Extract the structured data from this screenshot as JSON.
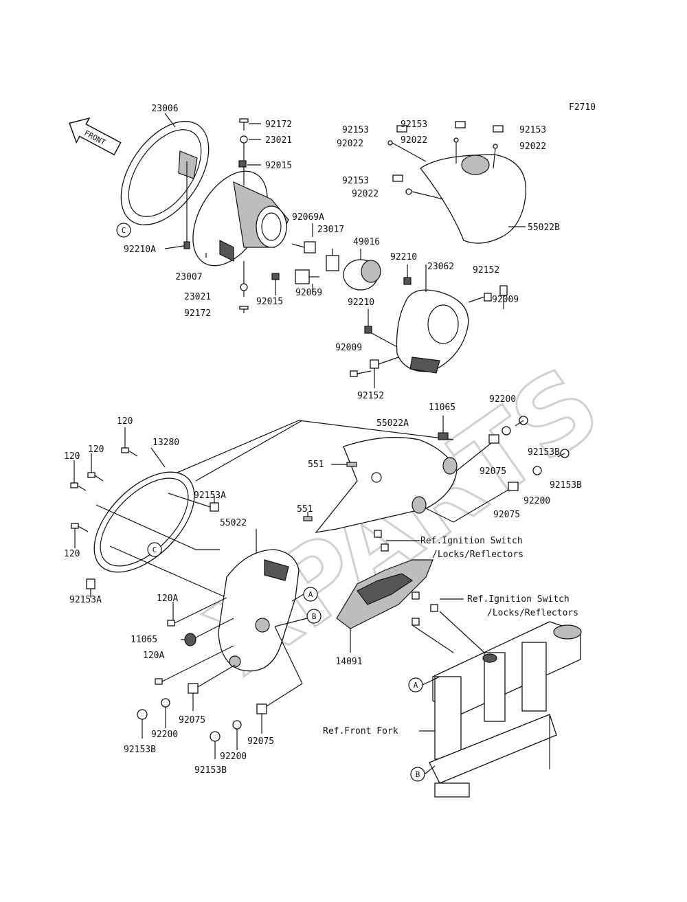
{
  "figure_code": "F2710",
  "watermark": "XPARTS",
  "front_arrow": "FRONT",
  "labels": {
    "p23006": "23006",
    "p92172a": "92172",
    "p23021a": "23021",
    "p92015a": "92015",
    "p92069A": "92069A",
    "p92210A": "92210A",
    "p23007": "23007",
    "p23021b": "23021",
    "p92172b": "92172",
    "p92015b": "92015",
    "p92069": "92069",
    "p23017": "23017",
    "p49016": "49016",
    "p92153a": "92153",
    "p92022a": "92022",
    "p92153b": "92153",
    "p92022b": "92022",
    "p92153c": "92153",
    "p92022c": "92022",
    "p92153d": "92153",
    "p92022d": "92022",
    "p55022B": "55022B",
    "p92210a": "92210",
    "p23062": "23062",
    "p92152a": "92152",
    "p92009a": "92009",
    "p92210b": "92210",
    "p92009b": "92009",
    "p92152b": "92152",
    "p11065a": "11065",
    "p55022A": "55022A",
    "p92200a": "92200",
    "p92153Ba": "92153B",
    "p92153Bb": "92153B",
    "p92075a": "92075",
    "p92200b": "92200",
    "p92075b": "92075",
    "p551a": "551",
    "p551b": "551",
    "p120a": "120",
    "p120b": "120",
    "p120c": "120",
    "p120d": "120",
    "p13280": "13280",
    "p92153Aa": "92153A",
    "p55022": "55022",
    "p92153Ab": "92153A",
    "p120Aa": "120A",
    "p11065b": "11065",
    "p120Ab": "120A",
    "p14091": "14091",
    "p92200c": "92200",
    "p92075c": "92075",
    "p92153Bc": "92153B",
    "p92200d": "92200",
    "p92075d": "92075",
    "p92153Bd": "92153B",
    "ref1a": "Ref.Ignition Switch",
    "ref1b": "/Locks/Reflectors",
    "ref2a": "Ref.Ignition Switch",
    "ref2b": "/Locks/Reflectors",
    "refFork": "Ref.Front Fork"
  },
  "markers": {
    "A": "A",
    "B": "B",
    "C": "C"
  }
}
